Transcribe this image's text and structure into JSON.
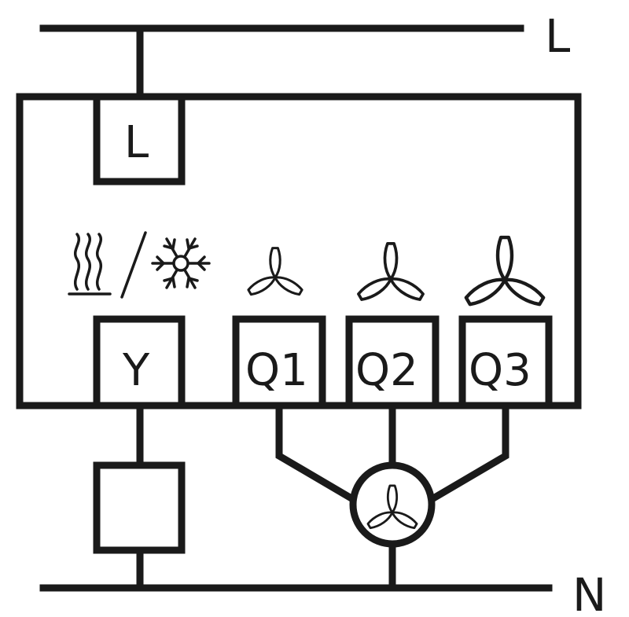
{
  "rails": {
    "live": "L",
    "neutral": "N"
  },
  "terminals": {
    "live": "L",
    "valve": "Y",
    "speed1": "Q1",
    "speed2": "Q2",
    "speed3": "Q3"
  },
  "icons": {
    "heating": "heating-waves-icon",
    "cooling": "snowflake-icon",
    "separator": "slash",
    "speed_low": "fan-low-icon",
    "speed_mid": "fan-medium-icon",
    "speed_high": "fan-high-icon",
    "motor": "fan-motor-icon",
    "valve_actuator": "valve-box"
  },
  "colors": {
    "line": "#1a1a1a",
    "background": "#ffffff"
  }
}
